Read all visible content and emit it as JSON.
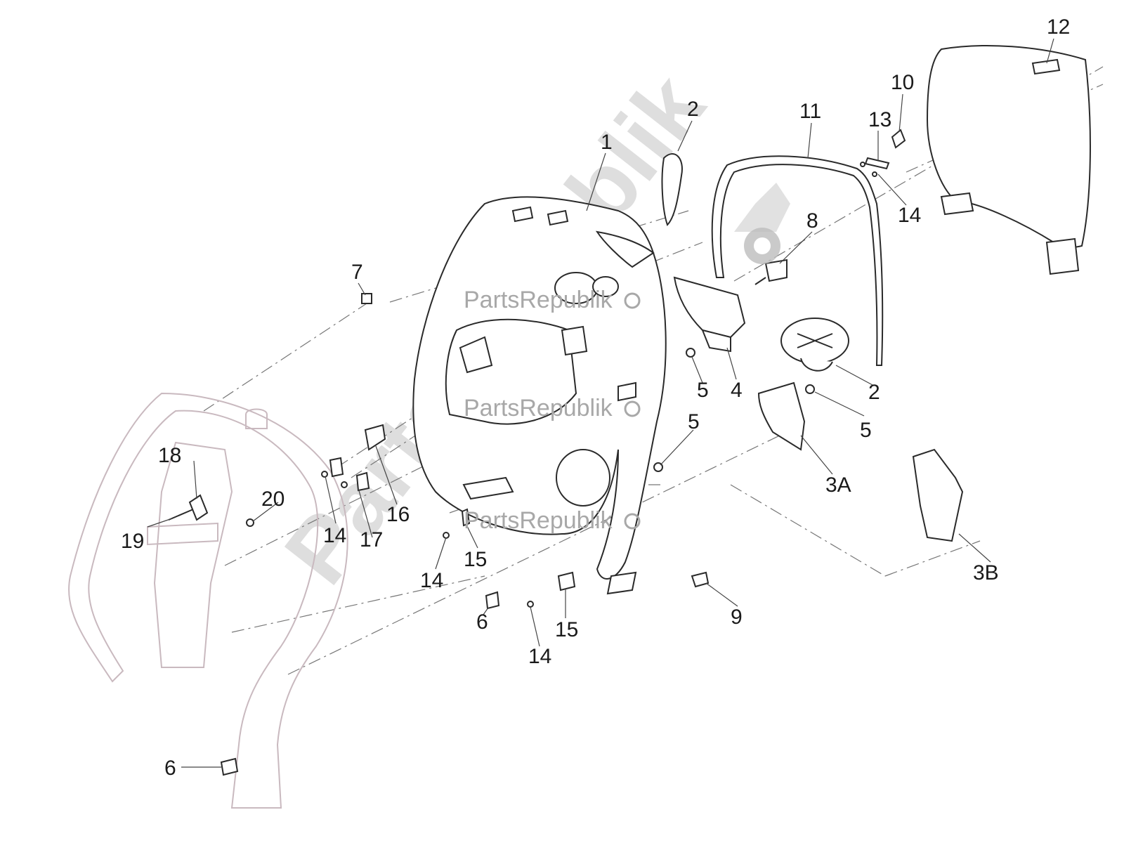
{
  "watermark": {
    "text": "PartsRepublik",
    "large_text": "PartsRepublik",
    "color": "#a8a8a8",
    "gear_icon": "gear-icon"
  },
  "labels": {
    "l1": "1",
    "l2a": "2",
    "l2b": "2",
    "l3a": "3A",
    "l3b": "3B",
    "l4": "4",
    "l5a": "5",
    "l5b": "5",
    "l5c": "5",
    "l6a": "6",
    "l6b": "6",
    "l7": "7",
    "l8": "8",
    "l9": "9",
    "l10": "10",
    "l11": "11",
    "l12": "12",
    "l13": "13",
    "l14a": "14",
    "l14b": "14",
    "l14c": "14",
    "l14d": "14",
    "l15a": "15",
    "l15b": "15",
    "l16": "16",
    "l17": "17",
    "l18": "18",
    "l19": "19",
    "l20": "20"
  }
}
